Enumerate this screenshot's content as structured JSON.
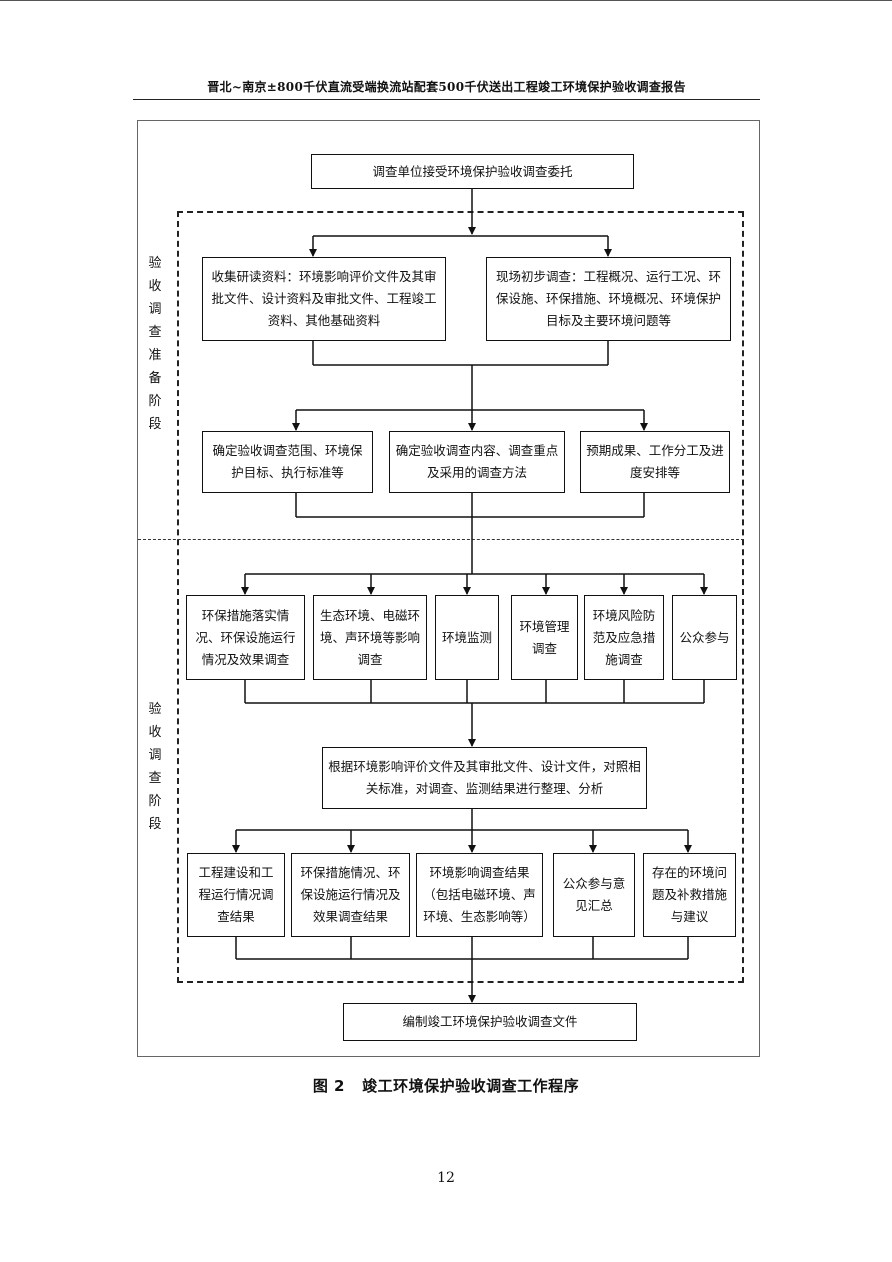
{
  "header": {
    "title": "晋北~南京±800千伏直流受端换流站配套500千伏送出工程竣工环境保护验收调查报告"
  },
  "stages": {
    "prep": "验收调查准备阶段",
    "survey": "验收调查阶段"
  },
  "nodes": {
    "entrust": "调查单位接受环境保护验收调查委托",
    "collect": "收集研读资料：环境影响评价文件及其审批文件、设计资料及审批文件、工程竣工资料、其他基础资料",
    "preliminary": "现场初步调查：工程概况、运行工况、环保设施、环保措施、环境概况、环境保护目标及主要环境问题等",
    "scope": "确定验收调查范围、环境保护目标、执行标准等",
    "content": "确定验收调查内容、调查重点及采用的调查方法",
    "expected": "预期成果、工作分工及进度安排等",
    "measures": "环保措施落实情况、环保设施运行情况及效果调查",
    "eco": "生态环境、电磁环境、声环境等影响调查",
    "monitor": "环境监测",
    "mgmt": "环境管理调查",
    "risk": "环境风险防范及应急措施调查",
    "public": "公众参与",
    "analyze": "根据环境影响评价文件及其审批文件、设计文件，对照相关标准，对调查、监测结果进行整理、分析",
    "r_construction": "工程建设和工程运行情况调查结果",
    "r_measures": "环保措施情况、环保设施运行情况及效果调查结果",
    "r_impact": "环境影响调查结果（包括电磁环境、声环境、生态影响等）",
    "r_public": "公众参与意见汇总",
    "r_problems": "存在的环境问题及补救措施与建议",
    "final": "编制竣工环境保护验收调查文件"
  },
  "caption": {
    "label": "图 2",
    "text": "竣工环境保护验收调查工作程序"
  },
  "page_number": "12"
}
